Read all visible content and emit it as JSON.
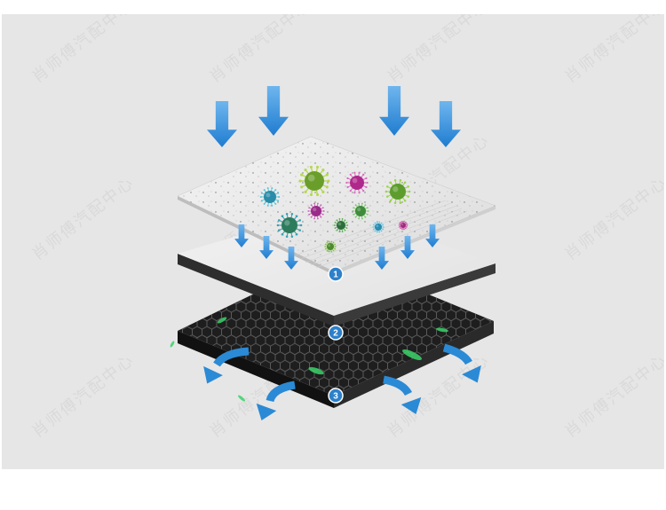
{
  "watermark_text": "肖师傅汽配中心",
  "steps": [
    {
      "number": "1",
      "name": "pre-filter-layer"
    },
    {
      "number": "2",
      "name": "hepa-layer"
    },
    {
      "number": "3",
      "name": "activated-carbon-layer"
    }
  ],
  "colors": {
    "background": "#e6e6e6",
    "arrow_blue": "#2a8ad6",
    "badge_blue": "#2d80c9",
    "carbon": "#1e1e1e",
    "pollen_green": "#3bd36a"
  },
  "icons": [
    "airflow-arrow-icon",
    "germ-icon",
    "curved-outflow-arrow-icon"
  ]
}
